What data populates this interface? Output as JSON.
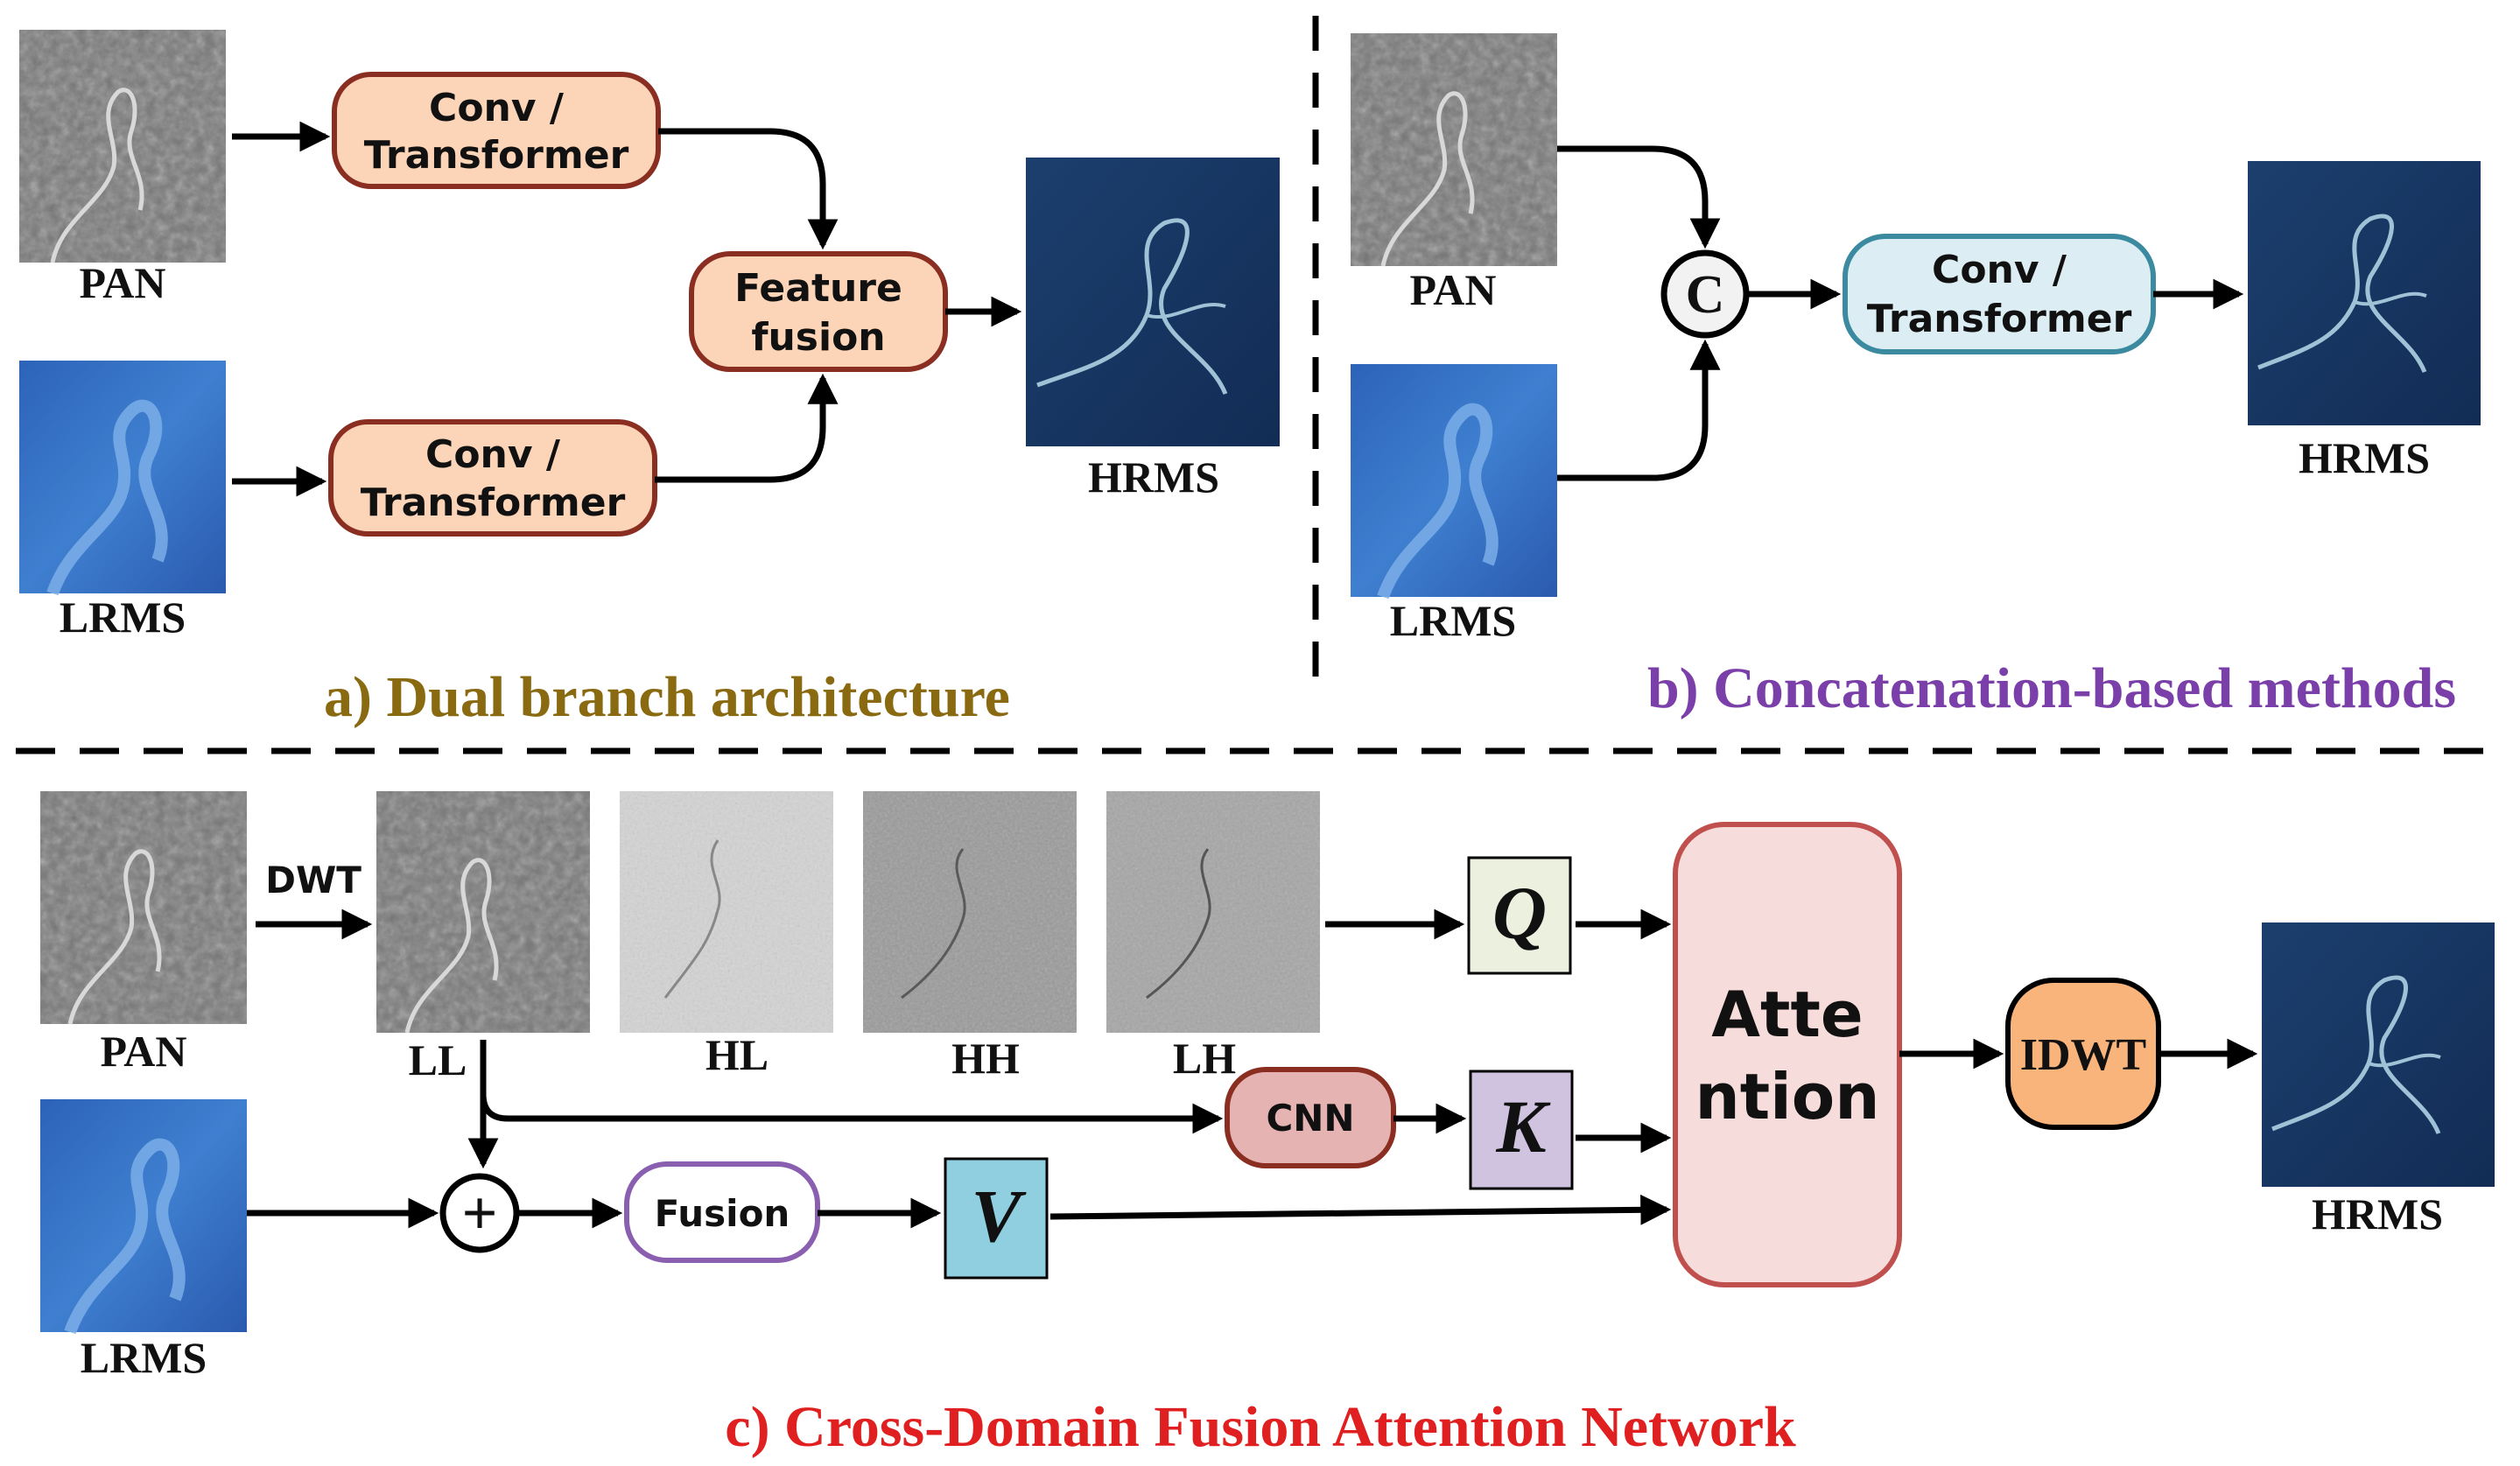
{
  "panel_a": {
    "caption": "a) Dual branch architecture",
    "pan_label": "PAN",
    "lrms_label": "LRMS",
    "hrms_label": "HRMS",
    "conv_top": [
      "Conv /",
      "Transformer"
    ],
    "conv_bottom": [
      "Conv /",
      "Transformer"
    ],
    "fusion": [
      "Feature",
      "fusion"
    ]
  },
  "panel_b": {
    "caption": "b) Concatenation-based methods",
    "pan_label": "PAN",
    "lrms_label": "LRMS",
    "hrms_label": "HRMS",
    "concat_symbol": "C",
    "conv": [
      "Conv /",
      "Transformer"
    ]
  },
  "panel_c": {
    "caption": "c) Cross-Domain Fusion Attention Network",
    "pan_label": "PAN",
    "lrms_label": "LRMS",
    "hrms_label": "HRMS",
    "dwt_label": "DWT",
    "ll_label": "LL",
    "hl_label": "HL",
    "hh_label": "HH",
    "lh_label": "LH",
    "q_label": "Q",
    "k_label": "K",
    "v_label": "V",
    "cnn_label": "CNN",
    "fusion_label": "Fusion",
    "attention": [
      "Atte",
      "ntion"
    ],
    "idwt_label": "IDWT",
    "add_symbol": "+"
  },
  "colors": {
    "caption_a": "#8a6a10",
    "caption_b": "#7a3fa8",
    "caption_c": "#e02020",
    "orange_fill": "#fcd5b8",
    "orange_stroke": "#8b2e22",
    "blue_fill": "#dceef3",
    "blue_stroke": "#3b8aa0",
    "cnn_fill": "#e6b3b3",
    "fusion_stroke": "#8a5fb0",
    "q_fill": "#ebf1de",
    "k_fill": "#cfc3e0",
    "v_fill": "#8fcfdf",
    "attention_fill": "#f7dcdc",
    "attention_stroke": "#c0504d",
    "idwt_fill": "#f8b47a"
  }
}
